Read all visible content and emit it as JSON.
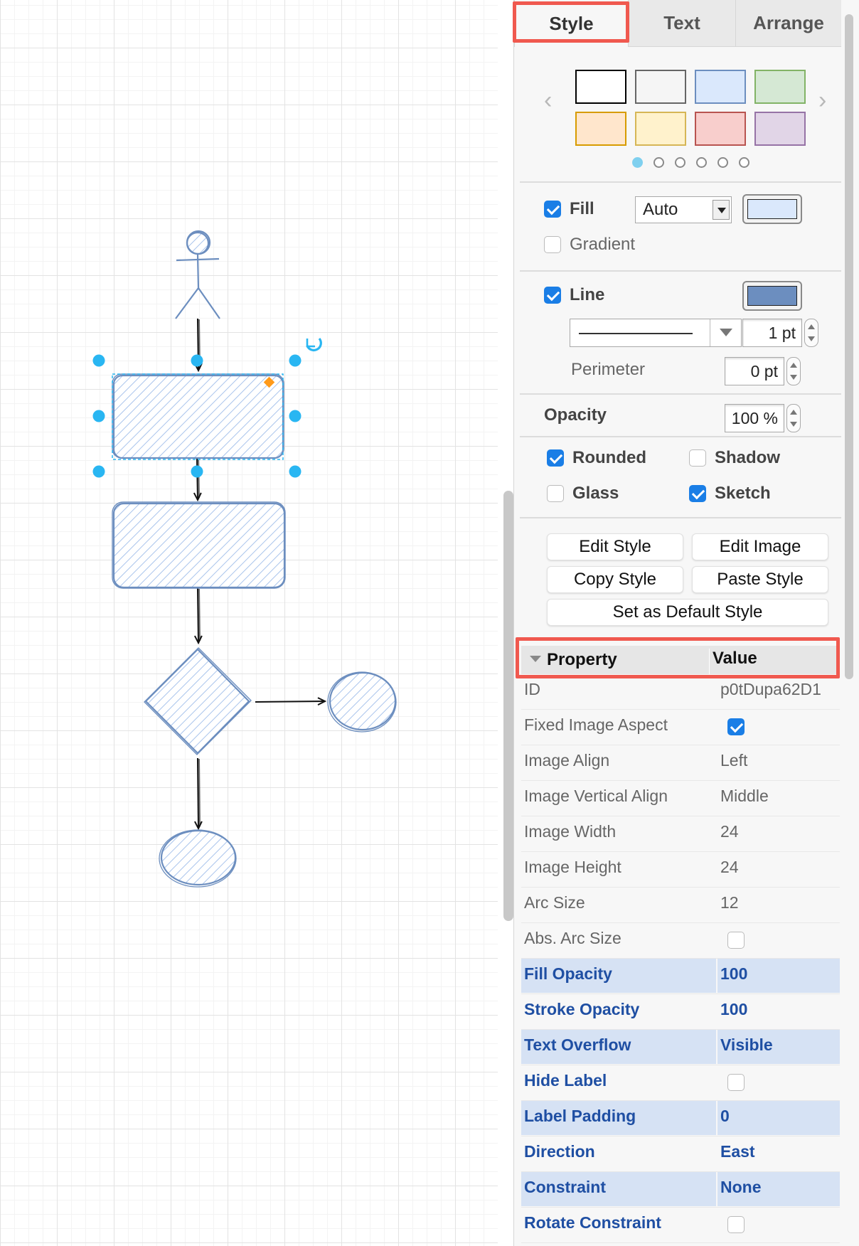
{
  "tabs": [
    {
      "label": "Style",
      "active": true
    },
    {
      "label": "Text",
      "active": false
    },
    {
      "label": "Arrange",
      "active": false
    }
  ],
  "palette": {
    "swatches": [
      {
        "fill": "#ffffff",
        "stroke": "#000000"
      },
      {
        "fill": "#f5f5f5",
        "stroke": "#666666"
      },
      {
        "fill": "#dae8fc",
        "stroke": "#6c8ebf"
      },
      {
        "fill": "#d5e8d4",
        "stroke": "#82b366"
      },
      {
        "fill": "#ffe6cc",
        "stroke": "#d79b00"
      },
      {
        "fill": "#fff2cc",
        "stroke": "#d6b656"
      },
      {
        "fill": "#f8cecc",
        "stroke": "#b85450"
      },
      {
        "fill": "#e1d5e7",
        "stroke": "#9673a6"
      }
    ],
    "page_count": 6,
    "current_page": 1
  },
  "fill": {
    "label": "Fill",
    "checked": true,
    "mode": "Auto",
    "color": "#dae8fc"
  },
  "gradient": {
    "label": "Gradient",
    "checked": false
  },
  "line": {
    "label": "Line",
    "checked": true,
    "color": "#6c8ebf",
    "width": "1 pt"
  },
  "perimeter": {
    "label": "Perimeter",
    "value": "0 pt"
  },
  "opacity": {
    "label": "Opacity",
    "value": "100 %"
  },
  "options": {
    "rounded": {
      "label": "Rounded",
      "checked": true
    },
    "shadow": {
      "label": "Shadow",
      "checked": false
    },
    "glass": {
      "label": "Glass",
      "checked": false
    },
    "sketch": {
      "label": "Sketch",
      "checked": true
    }
  },
  "buttons": {
    "edit_style": "Edit Style",
    "edit_image": "Edit Image",
    "copy_style": "Copy Style",
    "paste_style": "Paste Style",
    "set_default": "Set as Default Style"
  },
  "properties": {
    "header": {
      "property": "Property",
      "value": "Value"
    },
    "rows": [
      {
        "key": "ID",
        "value": "p0tDupa62D1",
        "modified": false
      },
      {
        "key": "Fixed Image Aspect",
        "checkbox": true,
        "checked": true,
        "modified": false
      },
      {
        "key": "Image Align",
        "value": "Left",
        "modified": false
      },
      {
        "key": "Image Vertical Align",
        "value": "Middle",
        "modified": false
      },
      {
        "key": "Image Width",
        "value": "24",
        "modified": false
      },
      {
        "key": "Image Height",
        "value": "24",
        "modified": false
      },
      {
        "key": "Arc Size",
        "value": "12",
        "modified": false
      },
      {
        "key": "Abs. Arc Size",
        "checkbox": true,
        "checked": false,
        "modified": false
      },
      {
        "key": "Fill Opacity",
        "value": "100",
        "modified": true
      },
      {
        "key": "Stroke Opacity",
        "value": "100",
        "modified": true
      },
      {
        "key": "Text Overflow",
        "value": "Visible",
        "modified": true
      },
      {
        "key": "Hide Label",
        "checkbox": true,
        "checked": false,
        "modified": true
      },
      {
        "key": "Label Padding",
        "value": "0",
        "modified": true
      },
      {
        "key": "Direction",
        "value": "East",
        "modified": true
      },
      {
        "key": "Constraint",
        "value": "None",
        "modified": true
      },
      {
        "key": "Rotate Constraint",
        "checkbox": true,
        "checked": false,
        "modified": true
      }
    ]
  },
  "colors": {
    "accent": "#1a7ee6",
    "highlight": "#f0594f",
    "selection_handle": "#29b6f2",
    "shape_fill": "#dae8fc",
    "shape_stroke": "#6c8ebf"
  }
}
